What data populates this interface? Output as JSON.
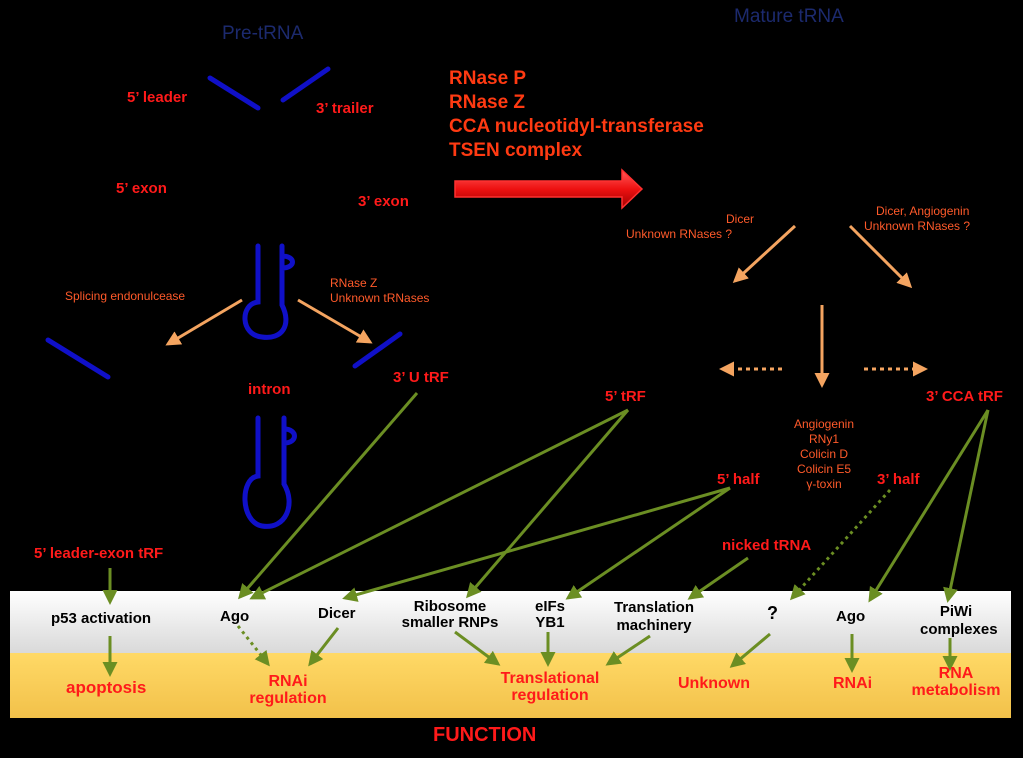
{
  "header": {
    "pre_trna": "Pre-tRNA",
    "mature_trna": "Mature tRNA"
  },
  "precursor": {
    "leader": "5’ leader",
    "trailer": "3’ trailer",
    "exon5": "5’ exon",
    "exon3": "3’ exon",
    "splicing": "Splicing endonulcease",
    "rnasez_line1": "RNase Z",
    "rnasez_line2": "Unknown tRNases",
    "intron": "intron",
    "u_trf": "3’ U tRF",
    "leader_exon_trf": "5’ leader-exon tRF"
  },
  "processing": {
    "enzymes": [
      "RNase P",
      "RNase Z",
      "CCA nucleotidyl-transferase",
      "TSEN complex"
    ]
  },
  "mature": {
    "dicer_line1": "Dicer",
    "dicer_line2": "Unknown RNases ?",
    "dicer_ang_line1": "Dicer, Angiogenin",
    "dicer_ang_line2": "Unknown RNases ?",
    "trf5": "5’ tRF",
    "trf3cca": "3’ CCA tRF",
    "half5": "5’ half",
    "half3": "3’ half",
    "nicked": "nicked tRNA",
    "nucleases": [
      "Angiogenin",
      "RNy1",
      "Colicin D",
      "Colicin E5",
      "γ-toxin"
    ]
  },
  "effectors": {
    "p53": "p53 activation",
    "ago1": "Ago",
    "dicer": "Dicer",
    "ribosome_line1": "Ribosome",
    "ribosome_line2": "smaller RNPs",
    "eifs_line1": "eIFs",
    "eifs_line2": "YB1",
    "translation_line1": "Translation",
    "translation_line2": "machinery",
    "question": "?",
    "ago2": "Ago",
    "piwi_line1": "PiWi",
    "piwi_line2": "complexes"
  },
  "functions": {
    "apoptosis": "apoptosis",
    "rnai_reg_line1": "RNAi",
    "rnai_reg_line2": "regulation",
    "transl_line1": "Translational",
    "transl_line2": "regulation",
    "unknown": "Unknown",
    "rnai": "RNAi",
    "rnameta_line1": "RNA",
    "rnameta_line2": "metabolism",
    "footer": "FUNCTION"
  },
  "colors": {
    "background": "#000000",
    "trna_blue": "#1010c8",
    "label_red": "#ff1a1a",
    "arrow_orange": "#f4a460",
    "arrow_green": "#6b8e23",
    "process_arrow": "#ee1111",
    "band_grey": "#e8e8e8",
    "band_gold": "#f5c94e"
  }
}
